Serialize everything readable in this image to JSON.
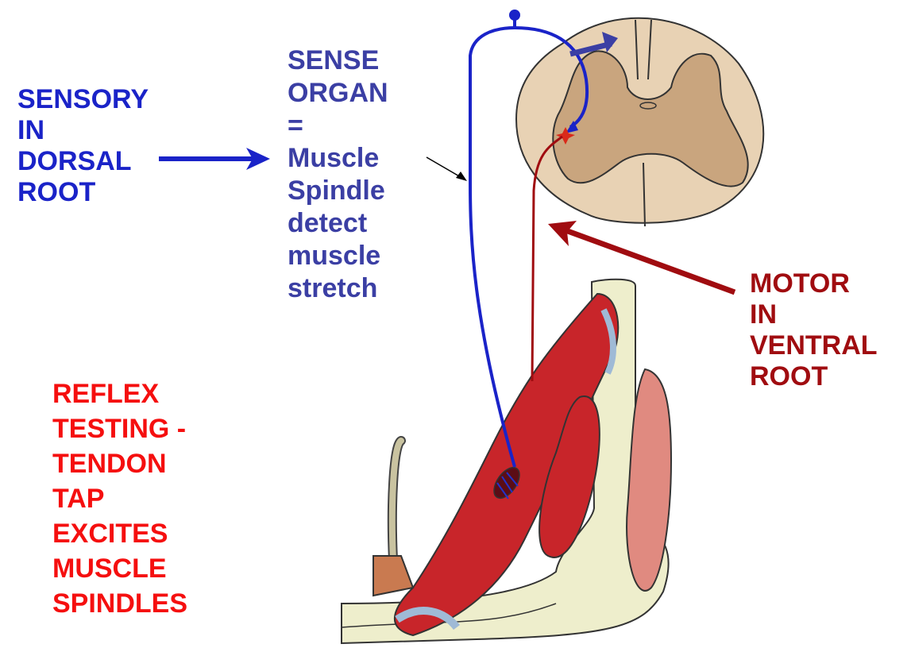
{
  "labels": {
    "sensory": "SENSORY\nIN\nDORSAL\nROOT",
    "sense_organ": "SENSE\nORGAN\n=\nMuscle\nSpindle\ndetect\nmuscle\nstretch",
    "motor": "MOTOR\nIN\nVENTRAL\nROOT",
    "reflex": "REFLEX\nTESTING -\nTENDON\nTAP\nEXCITES\nMUSCLE\nSPINDLES"
  },
  "colors": {
    "sensory_blue": "#1a23c8",
    "sense_text": "#3b3fa4",
    "motor_red": "#a00c10",
    "reflex_red": "#f50f0f",
    "bone": "#eeeecc",
    "muscle": "#c8252a",
    "cord_white_matter": "#e8d2b4",
    "cord_gray_matter": "#c9a57e"
  }
}
